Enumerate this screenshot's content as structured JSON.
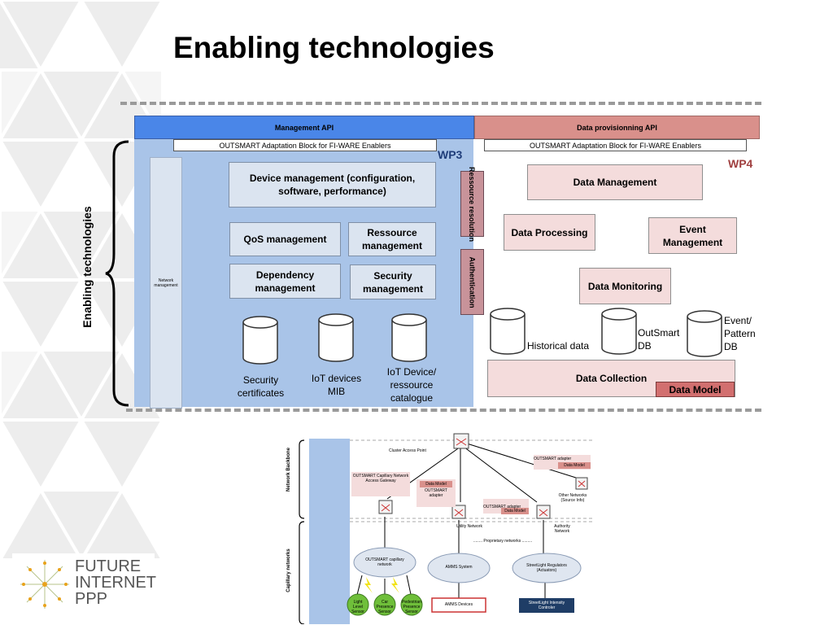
{
  "slide_title": "Enabling technologies",
  "side_label": "Enabling technologies",
  "top": {
    "management_api": "Management API",
    "data_api": "Data provisionning API",
    "adaptation_left": "OUTSMART Adaptation Block for FI-WARE Enablers",
    "adaptation_right": "OUTSMART Adaptation Block for FI-WARE Enablers",
    "wp3": "WP3",
    "wp4": "WP4"
  },
  "wp3": {
    "network_management": "Network management",
    "device_management": "Device management (configuration, software, performance)",
    "qos": "QoS management",
    "ressource_mgmt": "Ressource management",
    "dependency": "Dependency management",
    "security_mgmt": "Security management",
    "ressource_resolution": "Ressource resolution",
    "authentication": "Authentication",
    "db_security": "Security certificates",
    "db_iot_mib": "IoT devices MIB",
    "db_catalogue": "IoT Device/ ressource catalogue"
  },
  "wp4": {
    "data_management": "Data Management",
    "data_processing": "Data Processing",
    "event_management": "Event Management",
    "data_monitoring": "Data Monitoring",
    "db_historical": "Historical data",
    "db_outsmart": "OutSmart DB",
    "db_event": "Event/ Pattern DB",
    "data_collection": "Data Collection",
    "data_model": "Data Model"
  },
  "network": {
    "backbone_label": "Network Backbone",
    "capillary_label": "Capillary networks",
    "cluster_access_point": "Cluster Access Point",
    "gateway_label": "OUTSMART Capillary Network Access Gateway",
    "data_model_1": "Data Model",
    "adapter_1": "OUTSMART adapter",
    "adapter_2": "OUTSMART adapter",
    "data_model_2": "Data Model",
    "adapter_3": "OUTSMART adapter",
    "data_model_3": "Data Model",
    "other_networks": "Other Networks (Source Info)",
    "utility_network": "Utility Network",
    "authority_network": "Authority Network",
    "proprietary": "........ Proprietary networks .........",
    "capillary_cloud": "OUTSMART capillary network",
    "amms_cloud": "AMMS System",
    "streetlight_cloud": "StreetLight Regulators (Actuators)",
    "sensor_light": "Light Level Sensor",
    "sensor_car": "Car Presence Sensor",
    "sensor_ped": "Pedestrian Presence Sensor",
    "amms_devices": "AMMS Devices",
    "streetlight_controller": "StreetLight Intensity Controler"
  },
  "logo": {
    "line1": "FUTURE",
    "line2": "INTERNET",
    "line3": "PPP"
  },
  "colors": {
    "wp3_blue": "#4a86e8",
    "wp3_panel": "#a9c4e8",
    "wp4_pink": "#d9908b",
    "data_model_fill": "#d26f6f",
    "box_blue": "#dbe4f0",
    "box_pink": "#f4dcdc"
  }
}
